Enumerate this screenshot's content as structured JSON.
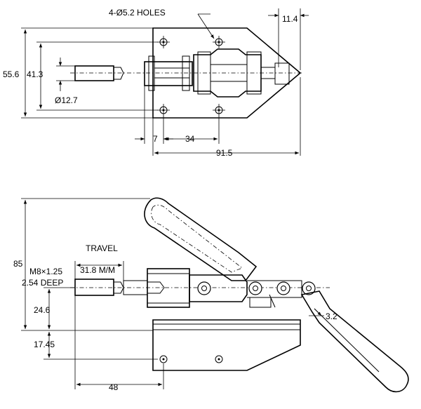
{
  "top_view": {
    "holes_label": "4-Ø5.2 HOLES",
    "dim_tip": "11.4",
    "dim_overall_height": "55.6",
    "dim_hole_spacing": "41.3",
    "dim_plunger_dia": "Ø12.7",
    "dim_7": "7",
    "dim_34": "34",
    "dim_length": "91.5"
  },
  "side_view": {
    "travel_label": "TRAVEL",
    "dim_85": "85",
    "dim_thread": "M8×1.25",
    "dim_travel": "31.8 M/M",
    "dim_deep": "2.54 DEEP",
    "dim_24_6": "24.6",
    "dim_17_45": "17.45",
    "dim_48": "48",
    "dim_3_2": "3.2"
  }
}
